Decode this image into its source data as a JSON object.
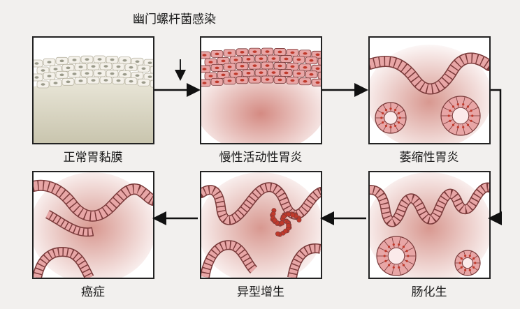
{
  "trigger_label": "幽门螺杆菌感染",
  "stages": [
    {
      "label": "正常胃黏膜"
    },
    {
      "label": "慢性活动性胃炎"
    },
    {
      "label": "萎缩性胃炎"
    },
    {
      "label": "肠化生"
    },
    {
      "label": "异型增生"
    },
    {
      "label": "癌症"
    }
  ],
  "colors": {
    "cell_fill": "#e8a6a6",
    "cell_stroke": "#7a3a3a",
    "nucleus": "#c0392b",
    "normal_cell": "#f4f1ea",
    "normal_nucleus": "#9a9a8a",
    "inflamed_bg": "#d99a92",
    "normal_base": "#cfcbb8"
  }
}
